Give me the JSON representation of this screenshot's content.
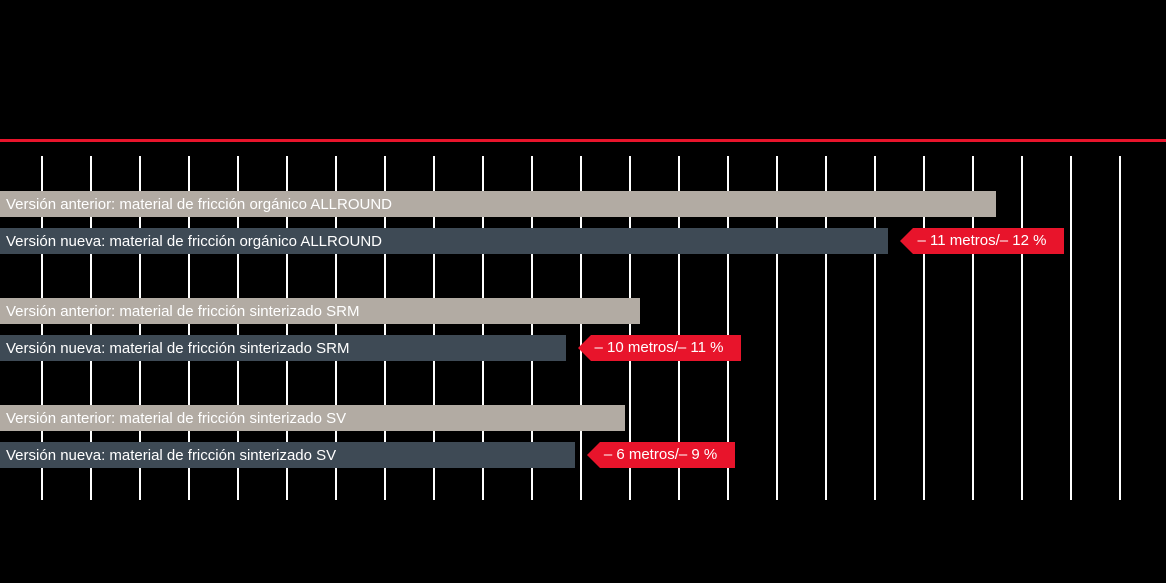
{
  "page": {
    "background": "#000000"
  },
  "chart_data": {
    "type": "bar",
    "orientation": "horizontal",
    "title": "",
    "xlabel": "",
    "ylabel": "",
    "x_axis": {
      "tick_labels": [],
      "gridline_count": 23,
      "gridline_color": "#ffffff"
    },
    "legend": null,
    "groups": [
      {
        "name": "ALLROUND",
        "bars": [
          {
            "label": "Versión anterior: material de fricción orgánico ALLROUND",
            "variant": "anterior",
            "width_pct": 85.4,
            "annotation": ""
          },
          {
            "label": "Versión nueva: material de fricción orgánico ALLROUND",
            "variant": "nueva",
            "width_pct": 76.2,
            "annotation": "– 11 metros/– 12 %"
          }
        ]
      },
      {
        "name": "SRM",
        "bars": [
          {
            "label": "Versión anterior: material de fricción sinterizado SRM",
            "variant": "anterior",
            "width_pct": 54.9,
            "annotation": ""
          },
          {
            "label": "Versión nueva: material de fricción sinterizado SRM",
            "variant": "nueva",
            "width_pct": 48.5,
            "annotation": "– 10 metros/– 11 %"
          }
        ]
      },
      {
        "name": "SV",
        "bars": [
          {
            "label": "Versión anterior: material de fricción sinterizado SV",
            "variant": "anterior",
            "width_pct": 53.6,
            "annotation": ""
          },
          {
            "label": "Versión nueva: material de fricción sinterizado SV",
            "variant": "nueva",
            "width_pct": 49.3,
            "annotation": "– 6 metros/– 9 %"
          }
        ]
      }
    ],
    "colors": {
      "anterior_bar": "#b2aba3",
      "nueva_bar": "#3e4a55",
      "annotation_bg": "#e8142b",
      "divider": "#e8142b",
      "bar_text": "#ffffff",
      "annotation_text": "#ffffff",
      "gridline": "#ffffff",
      "background": "#000000"
    }
  }
}
